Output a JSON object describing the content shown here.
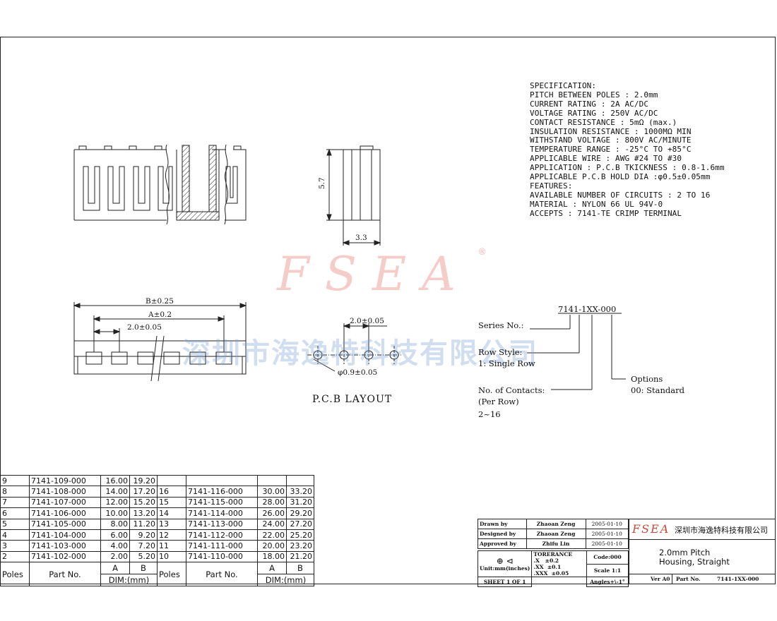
{
  "spec": {
    "lines": [
      "SPECIFICATION:",
      "PITCH BETWEEN POLES : 2.0mm",
      "CURRENT RATING : 2A AC/DC",
      "VOLTAGE RATING : 250V AC/DC",
      "CONTACT RESISTANCE : 5mΩ (max.)",
      "INSULATION RESISTANCE : 1000MΩ MIN",
      "WITHSTAND VOLTAGE : 800V AC/MINUTE",
      "TEMPERATURE RANGE : -25°C TO +85°C",
      "APPLICABLE WIRE : AWG #24 TO #30",
      "APPLICATION : P.C.B TKICKNESS : 0.8-1.6mm",
      "APPLICABLE P.C.B HOLD DIA :φ0.5±0.05mm",
      "FEATURES:",
      "AVAILABLE NUMBER OF CIRCUITS : 2 TO 16",
      "MATERIAL : NYLON 66 UL 94V-0",
      "ACCEPTS : 7141-TE CRIMP TERMINAL"
    ]
  },
  "dims": {
    "height": "5.7",
    "width": "3.3",
    "b": "B±0.25",
    "a": "A±0.2",
    "pitch": "2.0±0.05",
    "pcb_pitch": "2.0±0.05",
    "hole": "φ0.9±0.05"
  },
  "pcb_title": "P.C.B  LAYOUT",
  "watermark": {
    "brand": "FSEA",
    "registered": "®",
    "company": "深圳市海逸特科技有限公司"
  },
  "code": {
    "part": "7141-1XX-000",
    "series": "Series No.:",
    "row_style": "Row Style:",
    "row_value": "1: Single Row",
    "contacts": "No. of Contacts:",
    "per_row": "(Per Row)",
    "range": "2~16",
    "options": "Options",
    "options_value": "00: Standard"
  },
  "parts_table": {
    "rows": [
      {
        "pole": "9",
        "part": "7141-109-000",
        "a": "16.00",
        "b": "19.20",
        "pole2": "",
        "part2": "",
        "a2": "",
        "b2": ""
      },
      {
        "pole": "8",
        "part": "7141-108-000",
        "a": "14.00",
        "b": "17.20",
        "pole2": "16",
        "part2": "7141-116-000",
        "a2": "30.00",
        "b2": "33.20"
      },
      {
        "pole": "7",
        "part": "7141-107-000",
        "a": "12.00",
        "b": "15.20",
        "pole2": "15",
        "part2": "7141-115-000",
        "a2": "28.00",
        "b2": "31.20"
      },
      {
        "pole": "6",
        "part": "7141-106-000",
        "a": "10.00",
        "b": "13.20",
        "pole2": "14",
        "part2": "7141-114-000",
        "a2": "26.00",
        "b2": "29.20"
      },
      {
        "pole": "5",
        "part": "7141-105-000",
        "a": "8.00",
        "b": "11.20",
        "pole2": "13",
        "part2": "7141-113-000",
        "a2": "24.00",
        "b2": "27.20"
      },
      {
        "pole": "4",
        "part": "7141-104-000",
        "a": "6.00",
        "b": "9.20",
        "pole2": "12",
        "part2": "7141-112-000",
        "a2": "22.00",
        "b2": "25.20"
      },
      {
        "pole": "3",
        "part": "7141-103-000",
        "a": "4.00",
        "b": "7.20",
        "pole2": "11",
        "part2": "7141-111-000",
        "a2": "20.00",
        "b2": "23.20"
      },
      {
        "pole": "2",
        "part": "7141-102-000",
        "a": "2.00",
        "b": "5.20",
        "pole2": "10",
        "part2": "7141-110-000",
        "a2": "18.00",
        "b2": "21.20"
      }
    ],
    "h_poles": "Poles",
    "h_part": "Part No.",
    "h_a": "A",
    "h_b": "B",
    "h_dim": "DIM:(mm)"
  },
  "title_block": {
    "drawn_label": "Drawn  by",
    "drawn_name": "Zhaoan Zeng",
    "drawn_date": "2005-01-10",
    "designed_label": "Designed by",
    "designed_name": "Zhaoan Zeng",
    "designed_date": "2005-01-10",
    "approved_label": "Approved by",
    "approved_name": "Zhifu Lin",
    "approved_date": "2005-01-10",
    "tolerance_label": "TORERANCE",
    "tol_x": ".X",
    "tol_x_val": "±0.2",
    "tol_xx": ".XX",
    "tol_xx_val": "±0.1",
    "tol_xxx": ".XXX",
    "tol_xxx_val": "±0.05",
    "code": "Code:000",
    "scale": "Scale 1:1",
    "angles": "Angles+\\-1°",
    "units": "Unit:mm(inches)",
    "sheet": "SHEET 1 OF 1",
    "logo": "FSEA",
    "company": "深圳市海逸特科技有限公司",
    "title1": "2.0mm  Pitch",
    "title2": "Housing, Straight",
    "ver": "Ver A0",
    "part_label": "Part No.",
    "part_value": "7141-1XX-000"
  }
}
